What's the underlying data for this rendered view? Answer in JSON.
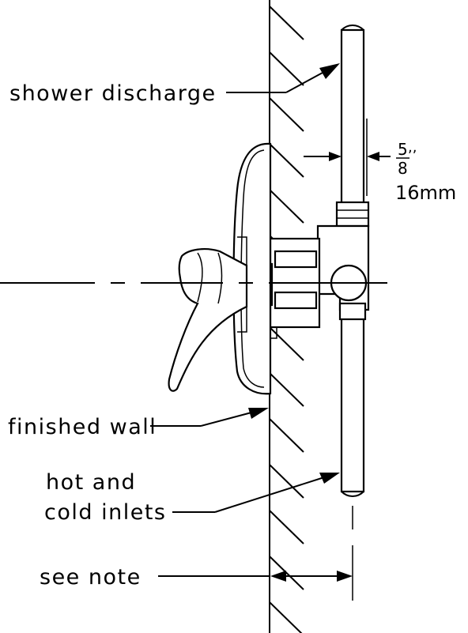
{
  "labels": {
    "shower_discharge": "shower discharge",
    "finished_wall": "finished wall",
    "hot_cold_line1": "hot and",
    "hot_cold_line2": "cold inlets",
    "see_note": "see note"
  },
  "dimension": {
    "fraction_numerator": "5",
    "fraction_marks": ",,",
    "fraction_denominator": "8",
    "metric": "16mm"
  },
  "colors": {
    "ink": "#000000",
    "paper": "#ffffff"
  }
}
